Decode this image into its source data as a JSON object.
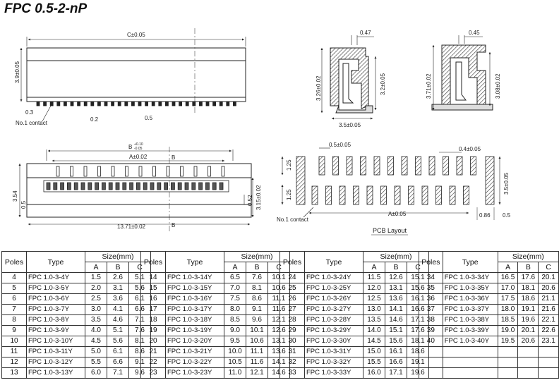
{
  "title": "FPC 0.5-2-nP",
  "labels": {
    "c": "C±0.05",
    "h39": "3.9±0.05",
    "p03": "0.3",
    "p02": "0.2",
    "p05": "0.5",
    "no1": "No.1 contact",
    "no1b": "No.1 contact",
    "s047": "0.47",
    "s326": "3.26±0.02",
    "s32": "3.2±0.05",
    "s35": "3.5±0.05",
    "s045": "0.45",
    "s371": "3.71±0.02",
    "s308": "3.08±0.02",
    "b": "B",
    "bsup": "+0.10",
    "bsub": "-0.05",
    "a02": "A±0.02",
    "bmark": "B",
    "bmark2": "B",
    "h354": "3.54",
    "h05": "0.5",
    "h052": "0.52",
    "h315": "3.15±0.02",
    "w1371": "13.71±0.02",
    "pcb05": "0.5±0.05",
    "pcb04": "0.4±0.05",
    "pcb125a": "1.25",
    "pcb125b": "1.25",
    "pcb35": "3.5±0.05",
    "pcba": "A±0.05",
    "pcb086": "0.86",
    "pcb05b": "0.5",
    "pcbtitle": "PCB Layout"
  },
  "table_headers": {
    "poles": "Poles",
    "type": "Type",
    "size": "Size(mm)",
    "a": "A",
    "b": "B",
    "c": "C"
  },
  "tables": [
    [
      [
        "4",
        "FPC 1.0-3-4Y",
        "1.5",
        "2.6",
        "5.1"
      ],
      [
        "5",
        "FPC 1.0-3-5Y",
        "2.0",
        "3.1",
        "5.6"
      ],
      [
        "6",
        "FPC 1.0-3-6Y",
        "2.5",
        "3.6",
        "6.1"
      ],
      [
        "7",
        "FPC 1.0-3-7Y",
        "3.0",
        "4.1",
        "6.6"
      ],
      [
        "8",
        "FPC 1.0-3-8Y",
        "3.5",
        "4.6",
        "7.1"
      ],
      [
        "9",
        "FPC 1.0-3-9Y",
        "4.0",
        "5.1",
        "7.6"
      ],
      [
        "10",
        "FPC 1.0-3-10Y",
        "4.5",
        "5.6",
        "8.1"
      ],
      [
        "11",
        "FPC 1.0-3-11Y",
        "5.0",
        "6.1",
        "8.6"
      ],
      [
        "12",
        "FPC 1.0-3-12Y",
        "5.5",
        "6.6",
        "9.1"
      ],
      [
        "13",
        "FPC 1.0-3-13Y",
        "6.0",
        "7.1",
        "9.6"
      ]
    ],
    [
      [
        "14",
        "FPC 1.0-3-14Y",
        "6.5",
        "7.6",
        "10.1"
      ],
      [
        "15",
        "FPC 1.0-3-15Y",
        "7.0",
        "8.1",
        "10.6"
      ],
      [
        "16",
        "FPC 1.0-3-16Y",
        "7.5",
        "8.6",
        "11.1"
      ],
      [
        "17",
        "FPC 1.0-3-17Y",
        "8.0",
        "9.1",
        "11.6"
      ],
      [
        "18",
        "FPC 1.0-3-18Y",
        "8.5",
        "9.6",
        "12.1"
      ],
      [
        "19",
        "FPC 1.0-3-19Y",
        "9.0",
        "10.1",
        "12.6"
      ],
      [
        "20",
        "FPC 1.0-3-20Y",
        "9.5",
        "10.6",
        "13.1"
      ],
      [
        "21",
        "FPC 1.0-3-21Y",
        "10.0",
        "11.1",
        "13.6"
      ],
      [
        "22",
        "FPC 1.0-3-22Y",
        "10.5",
        "11.6",
        "14.1"
      ],
      [
        "23",
        "FPC 1.0-3-23Y",
        "11.0",
        "12.1",
        "14.6"
      ]
    ],
    [
      [
        "24",
        "FPC 1.0-3-24Y",
        "11.5",
        "12.6",
        "15.1"
      ],
      [
        "25",
        "FPC 1.0-3-25Y",
        "12.0",
        "13.1",
        "15.6"
      ],
      [
        "26",
        "FPC 1.0-3-26Y",
        "12.5",
        "13.6",
        "16.1"
      ],
      [
        "27",
        "FPC 1.0-3-27Y",
        "13.0",
        "14.1",
        "16.6"
      ],
      [
        "28",
        "FPC 1.0-3-28Y",
        "13.5",
        "14.6",
        "17.1"
      ],
      [
        "29",
        "FPC 1.0-3-29Y",
        "14.0",
        "15.1",
        "17.6"
      ],
      [
        "30",
        "FPC 1.0-3-30Y",
        "14.5",
        "15.6",
        "18.1"
      ],
      [
        "31",
        "FPC 1.0-3-31Y",
        "15.0",
        "16.1",
        "18.6"
      ],
      [
        "32",
        "FPC 1.0-3-32Y",
        "15.5",
        "16.6",
        "19.1"
      ],
      [
        "33",
        "FPC 1.0-3-33Y",
        "16.0",
        "17.1",
        "19.6"
      ]
    ],
    [
      [
        "34",
        "FPC 1.0-3-34Y",
        "16.5",
        "17.6",
        "20.1"
      ],
      [
        "35",
        "FPC 1.0-3-35Y",
        "17.0",
        "18.1",
        "20.6"
      ],
      [
        "36",
        "FPC 1.0-3-36Y",
        "17.5",
        "18.6",
        "21.1"
      ],
      [
        "37",
        "FPC 1.0-3-37Y",
        "18.0",
        "19.1",
        "21.6"
      ],
      [
        "38",
        "FPC 1.0-3-38Y",
        "18.5",
        "19.6",
        "22.1"
      ],
      [
        "39",
        "FPC 1.0-3-39Y",
        "19.0",
        "20.1",
        "22.6"
      ],
      [
        "40",
        "FPC 1.0-3-40Y",
        "19.5",
        "20.6",
        "23.1"
      ],
      [
        "",
        "",
        "",
        "",
        ""
      ],
      [
        "",
        "",
        "",
        "",
        ""
      ],
      [
        "",
        "",
        "",
        "",
        ""
      ]
    ]
  ]
}
